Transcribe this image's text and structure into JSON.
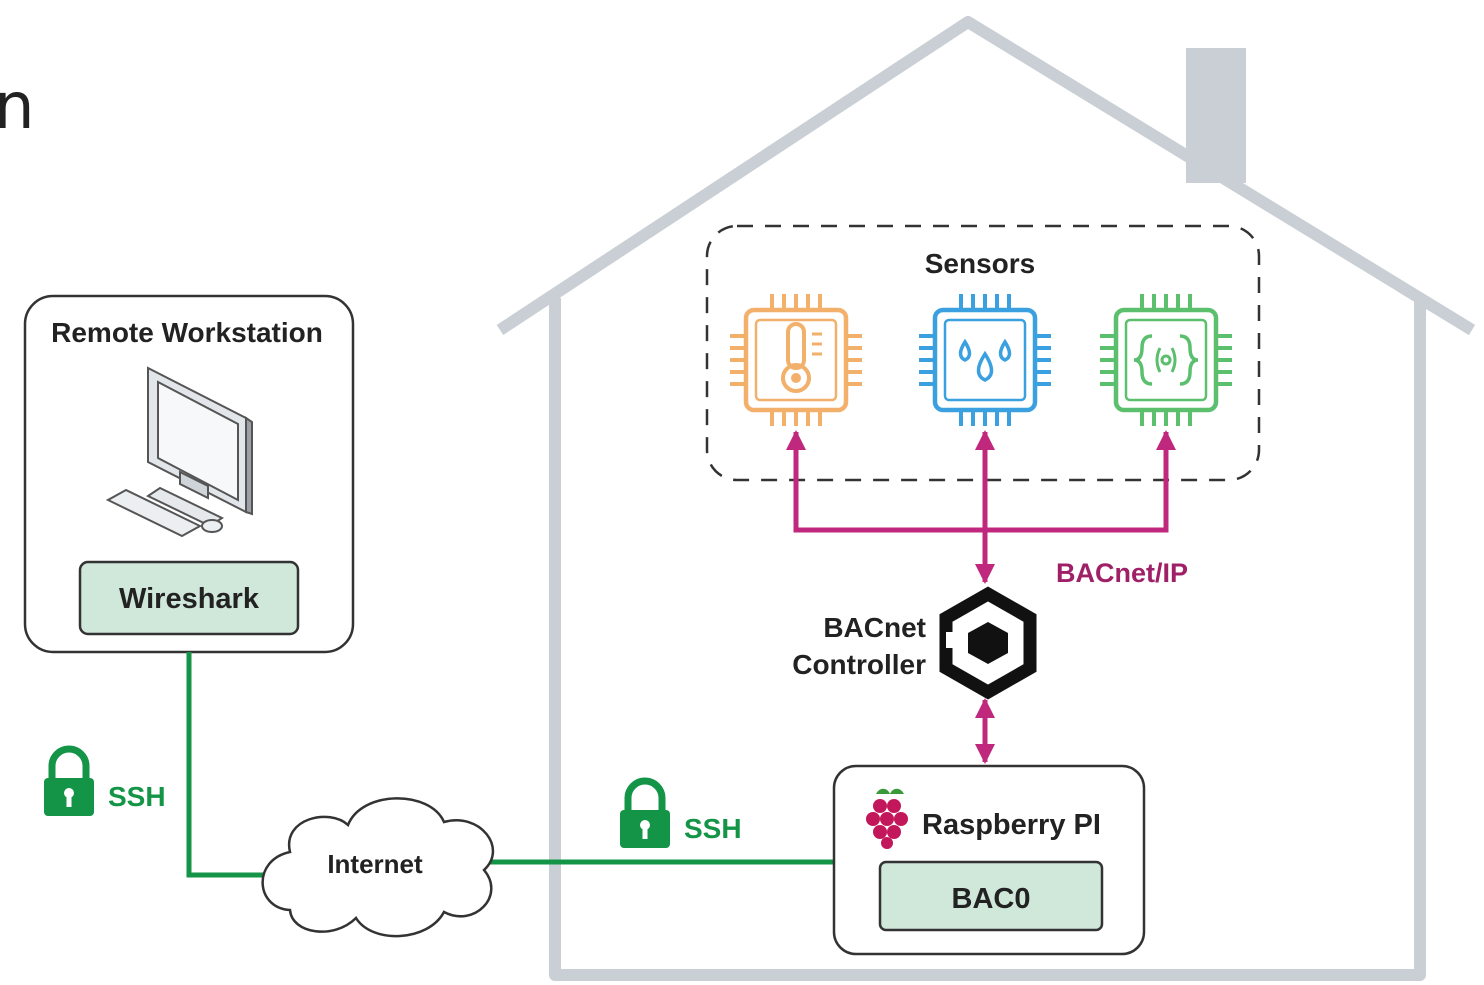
{
  "title_fragment": "n",
  "workstation": {
    "title": "Remote Workstation",
    "tool": "Wireshark"
  },
  "links": {
    "left_protocol": "SSH",
    "right_protocol": "SSH",
    "network": "Internet",
    "sensor_bus": "BACnet/IP"
  },
  "sensors": {
    "title": "Sensors",
    "items": [
      {
        "icon": "thermometer-chip-icon",
        "color": "#f2b06a"
      },
      {
        "icon": "water-drops-chip-icon",
        "color": "#3aa0e0"
      },
      {
        "icon": "code-braces-chip-icon",
        "color": "#5cbf6e"
      }
    ]
  },
  "controller": {
    "line1": "BACnet",
    "line2": "Controller"
  },
  "raspberry": {
    "title": "Raspberry PI",
    "tool": "BAC0"
  },
  "colors": {
    "ssh": "#139447",
    "bacnet": "#c0287e",
    "house": "#c9cfd4",
    "box_fill": "#cfe8da"
  }
}
